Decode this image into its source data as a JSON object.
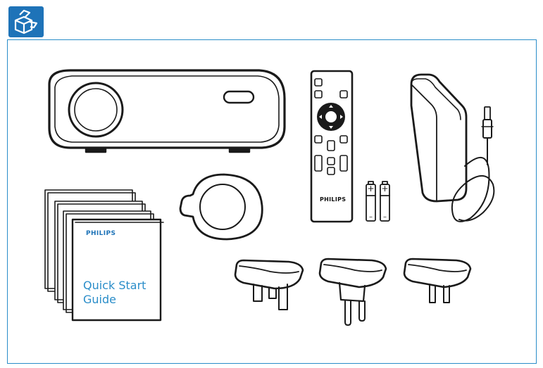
{
  "header": {
    "icon": "package-contents-icon",
    "accent_color": "#1e73b8"
  },
  "frame": {
    "border_color": "#2a8dc9"
  },
  "items": {
    "projector": {
      "icon": "projector-icon"
    },
    "remote": {
      "icon": "remote-control-icon",
      "brand": "PHILIPS"
    },
    "batteries": {
      "icon": "battery-icon",
      "count": 2,
      "plus": "+",
      "minus": "–"
    },
    "power_adapter": {
      "icon": "power-adapter-icon"
    },
    "lens_cap": {
      "icon": "lens-cap-icon"
    },
    "quick_start_guide": {
      "icon": "manual-booklet-icon",
      "brand": "PHILIPS",
      "title_line1": "Quick Start",
      "title_line2": "Guide"
    },
    "plugs": [
      {
        "icon": "uk-plug-icon"
      },
      {
        "icon": "eu-plug-icon"
      },
      {
        "icon": "us-plug-icon"
      }
    ]
  }
}
